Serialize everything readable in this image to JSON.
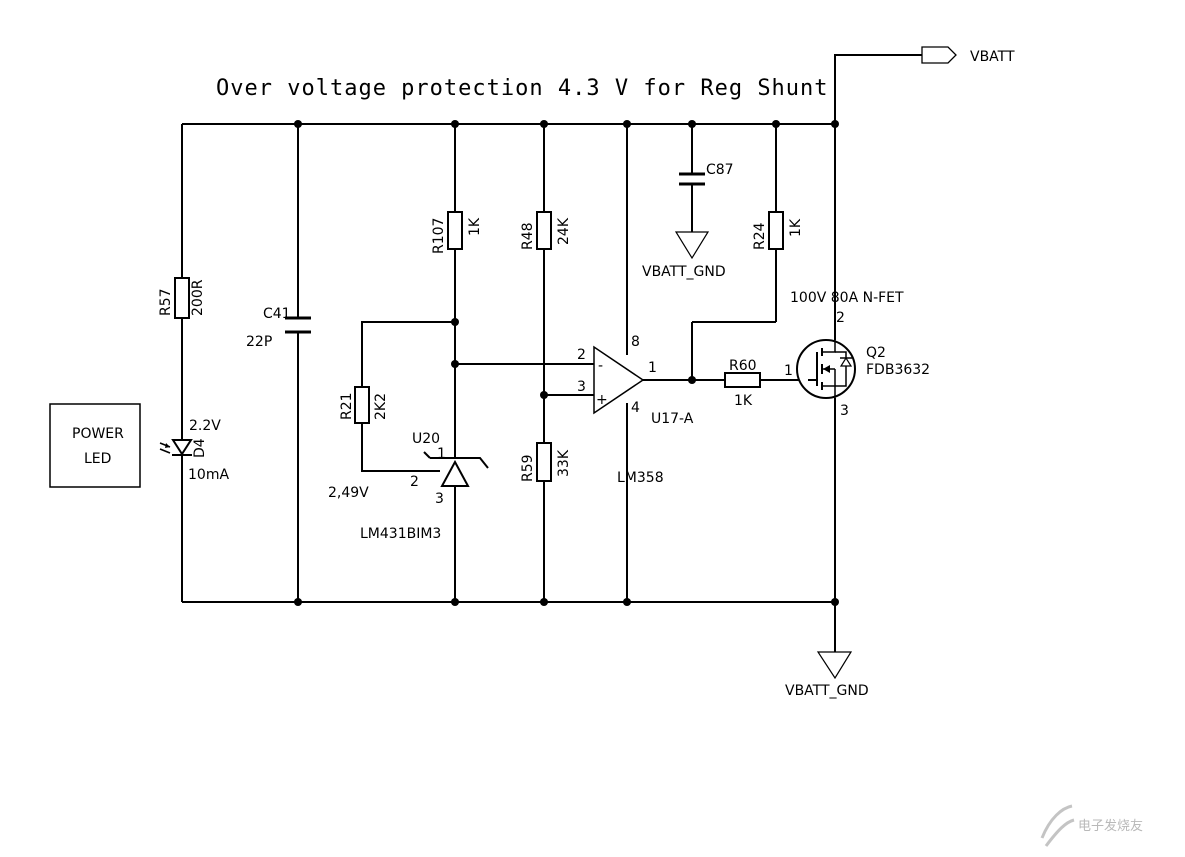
{
  "title": "Over voltage protection 4.3 V for Reg Shunt",
  "net_labels": {
    "vbatt": "VBATT",
    "vbatt_gnd_cap": "VBATT_GND",
    "vbatt_gnd_main": "VBATT_GND"
  },
  "power_led_box": {
    "line1": "POWER",
    "line2": "LED"
  },
  "components": {
    "r57": {
      "ref": "R57",
      "value": "200R"
    },
    "c41": {
      "ref": "C41",
      "value": "22P"
    },
    "d4": {
      "ref": "D4",
      "voltage": "2.2V",
      "current": "10mA"
    },
    "r107": {
      "ref": "R107",
      "value": "1K"
    },
    "r21": {
      "ref": "R21",
      "value": "2K2"
    },
    "u20": {
      "ref": "U20",
      "part": "LM431BIM3",
      "ref_voltage": "2,49V",
      "pin1": "1",
      "pin2": "2",
      "pin3": "3"
    },
    "r48": {
      "ref": "R48",
      "value": "24K"
    },
    "r59": {
      "ref": "R59",
      "value": "33K"
    },
    "u17": {
      "ref": "U17-A",
      "part": "LM358",
      "pin_inv": "2",
      "pin_noninv": "3",
      "pin_out": "1",
      "pin_vcc": "8",
      "pin_gnd": "4",
      "sign_minus": "-",
      "sign_plus": "+"
    },
    "c87": {
      "ref": "C87"
    },
    "r24": {
      "ref": "R24",
      "value": "1K"
    },
    "r60": {
      "ref": "R60",
      "value": "1K"
    },
    "q2": {
      "ref": "Q2",
      "part": "FDB3632",
      "rating": "100V 80A N-FET",
      "pin_gate": "1",
      "pin_drain": "2",
      "pin_source": "3"
    }
  },
  "watermark": "电子发烧友"
}
